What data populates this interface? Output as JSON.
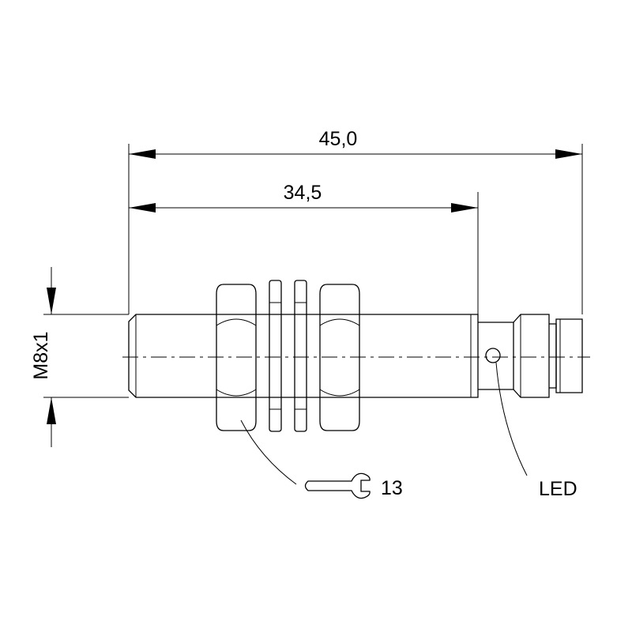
{
  "dimensions": {
    "overall_length": "45,0",
    "thread_length": "34,5",
    "thread": "M8x1"
  },
  "callouts": {
    "wrench_size": "13",
    "led": "LED"
  }
}
